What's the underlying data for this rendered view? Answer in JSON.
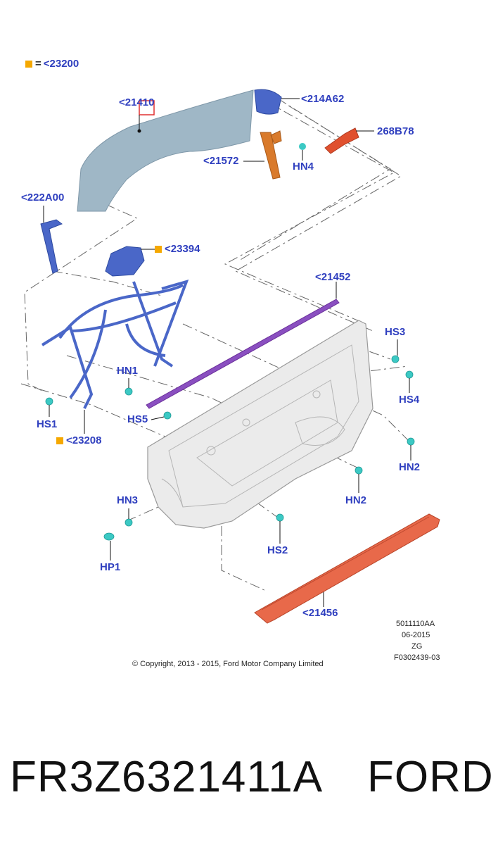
{
  "legend": {
    "symbol_color": "#f5a800",
    "equals": "=",
    "text": "<23200"
  },
  "callouts": {
    "c21410": "<21410",
    "c214A62": "<214A62",
    "c268B78": "268B78",
    "c21572": "<21572",
    "cHN4": "HN4",
    "c222A00": "<222A00",
    "c23394": "<23394",
    "c21452": "<21452",
    "cHS3": "HS3",
    "cHS4": "HS4",
    "cHN1": "HN1",
    "cHS5": "HS5",
    "cHS1": "HS1",
    "c23208": "<23208",
    "cHN2a": "HN2",
    "cHN2b": "HN2",
    "cHN3": "HN3",
    "cHS2": "HS2",
    "cHP1": "HP1",
    "c21456": "<21456"
  },
  "colors": {
    "label": "#2f3fbf",
    "fastener": "#3cc9c4",
    "glass": "#9fb7c6",
    "regulator": "#4a67c8",
    "orange_part": "#d97a2b",
    "red_part": "#e0502e",
    "purple_strip": "#8a4fc0",
    "sill_strip": "#e8694a",
    "marker": "#f5a800"
  },
  "metadata": {
    "code1": "5011110AA",
    "code2": "06-2015",
    "code3": "ZG",
    "code4": "F0302439-03",
    "copyright": "© Copyright, 2013 - 2015, Ford Motor Company Limited"
  },
  "footer": {
    "part_number": "FR3Z6321411A",
    "brand": "FORD"
  }
}
